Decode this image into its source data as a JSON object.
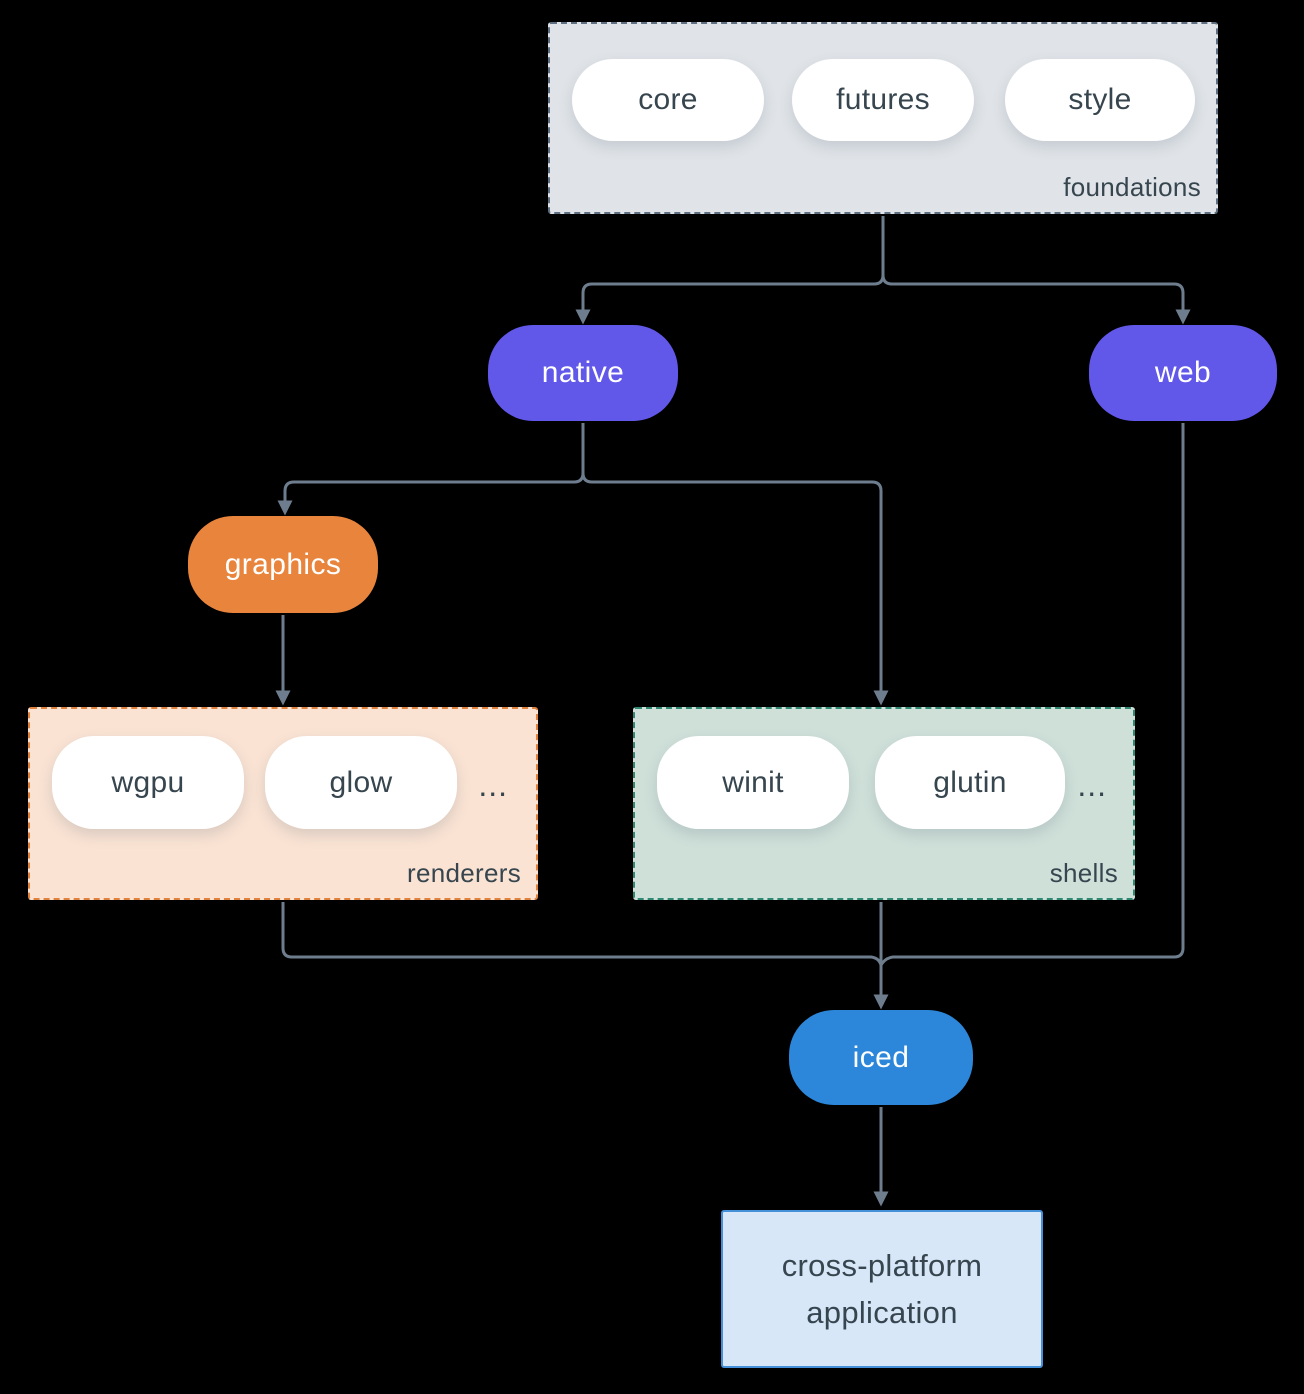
{
  "colors": {
    "background": "#000000",
    "line": "#6e7d8d",
    "purple_node": "#6157e9",
    "orange_node": "#e8843c",
    "blue_node": "#2c86d9",
    "foundations_fill": "#e0e4e8",
    "foundations_border": "#5d6f80",
    "renderers_fill": "#fae3d3",
    "renderers_border": "#e0813c",
    "shells_fill": "#cfe0d9",
    "shells_border": "#2f8872",
    "app_fill": "#d7e7f8",
    "app_border": "#4590d9",
    "dark_text": "#36454e"
  },
  "foundations": {
    "label": "foundations",
    "pills": [
      "core",
      "futures",
      "style"
    ]
  },
  "native": {
    "label": "native"
  },
  "web": {
    "label": "web"
  },
  "graphics": {
    "label": "graphics"
  },
  "renderers": {
    "label": "renderers",
    "pills": [
      "wgpu",
      "glow"
    ],
    "ellipsis": "..."
  },
  "shells": {
    "label": "shells",
    "pills": [
      "winit",
      "glutin"
    ],
    "ellipsis": "..."
  },
  "iced": {
    "label": "iced"
  },
  "app": {
    "line1": "cross-platform",
    "line2": "application"
  }
}
